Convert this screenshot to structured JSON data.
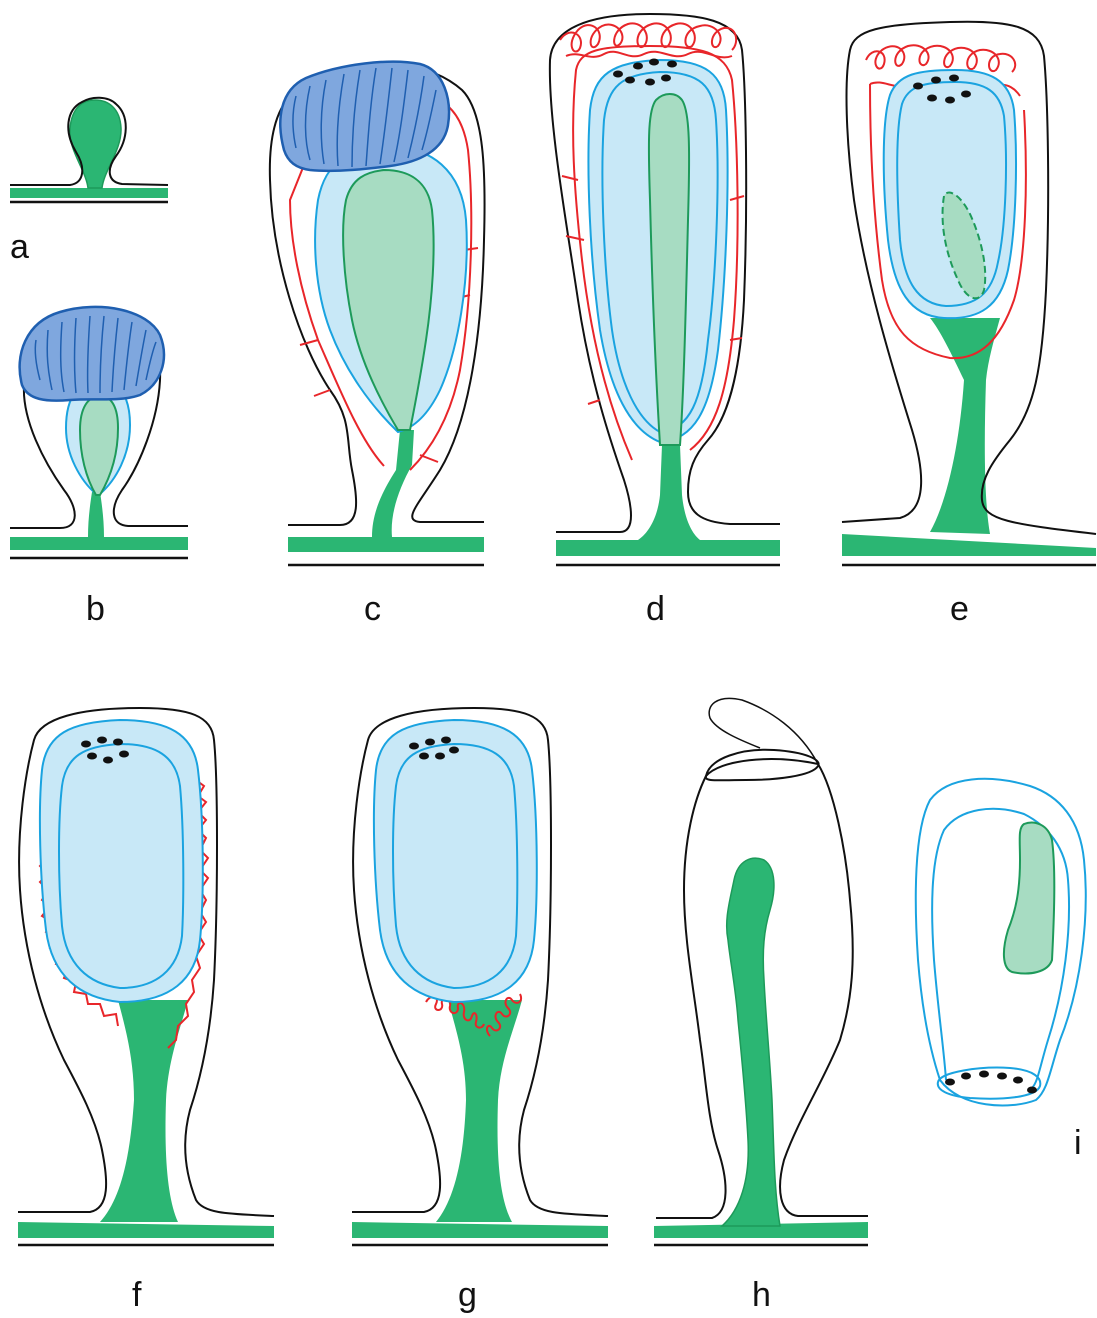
{
  "colors": {
    "outline": "#111111",
    "stalk": "#2bb673",
    "stalk_edge": "#1d9a5a",
    "gonophore_fill": "#a7dcc2",
    "capsule_fill": "#c8e8f7",
    "capsule_edge": "#1aa3e0",
    "cap_fill": "#7fa7de",
    "cap_edge": "#1f5fb0",
    "red_tissue": "#e8262a",
    "dots": "#111111"
  },
  "panels": [
    {
      "id": "a",
      "label": "a"
    },
    {
      "id": "b",
      "label": "b"
    },
    {
      "id": "c",
      "label": "c"
    },
    {
      "id": "d",
      "label": "d"
    },
    {
      "id": "e",
      "label": "e"
    },
    {
      "id": "f",
      "label": "f"
    },
    {
      "id": "g",
      "label": "g"
    },
    {
      "id": "h",
      "label": "h"
    },
    {
      "id": "i",
      "label": "i"
    }
  ]
}
